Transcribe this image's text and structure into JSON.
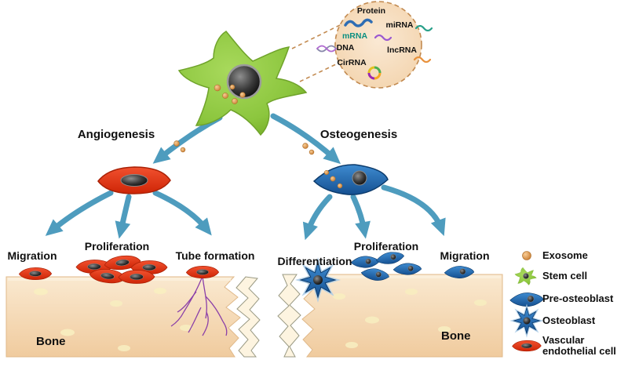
{
  "figure": {
    "callout": {
      "protein": "Protein",
      "mirna": "miRNA",
      "mrna": "mRNA",
      "dna": "DNA",
      "lncrna": "lncRNA",
      "cirrna": "CirRNA"
    },
    "angiogenesis": {
      "title": "Angiogenesis",
      "migration": "Migration",
      "proliferation": "Proliferation",
      "tube_formation": "Tube formation",
      "bone": "Bone"
    },
    "osteogenesis": {
      "title": "Osteogenesis",
      "differentiation": "Differentiation",
      "proliferation": "Proliferation",
      "migration": "Migration",
      "bone": "Bone"
    },
    "legend": {
      "exosome": "Exosome",
      "stem_cell": "Stem cell",
      "pre_osteoblast": "Pre-osteoblast",
      "osteoblast": "Osteoblast",
      "vascular_line1": "Vascular",
      "vascular_line2": "endothelial cell"
    },
    "colors": {
      "stem_cell_green": "#8CC63E",
      "endothelial_red": "#DD2F0E",
      "osteoblast_blue": "#1E67AE",
      "exosome_orange": "#D98A43",
      "arrow_teal": "#4E9CBE",
      "bone_beige": "#F5DFC0",
      "vessel_purple": "#8B3FA8"
    }
  }
}
